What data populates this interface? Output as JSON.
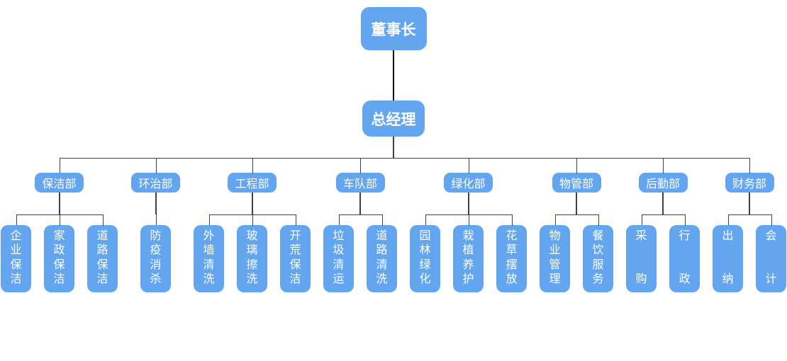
{
  "chart": {
    "title": "",
    "type": "org-chart",
    "root": {
      "label": "董事长"
    },
    "manager": {
      "label": "总经理"
    },
    "departments": [
      {
        "label": "保洁部",
        "children": [
          "企业保洁",
          "家政保洁",
          "道路保洁"
        ]
      },
      {
        "label": "环治部",
        "children": [
          "防疫消杀"
        ]
      },
      {
        "label": "工程部",
        "children": [
          "外墙清洗",
          "玻璃擦洗",
          "开荒保洁"
        ]
      },
      {
        "label": "车队部",
        "children": [
          "垃圾清运",
          "道路清洗"
        ]
      },
      {
        "label": "绿化部",
        "children": [
          "园林绿化",
          "栽植养护",
          "花草摆放"
        ]
      },
      {
        "label": "物管部",
        "children": [
          "物业管理",
          "餐饮服务"
        ]
      },
      {
        "label": "后勤部",
        "children": [
          "采购",
          "行政"
        ]
      },
      {
        "label": "财务部",
        "children": [
          "出纳",
          "会计"
        ]
      }
    ],
    "colors": {
      "node_fill": "#63a5ef",
      "node_text": "#ffffff",
      "connector": "#404040",
      "root_connector": "#000000",
      "background": "#ffffff"
    }
  }
}
